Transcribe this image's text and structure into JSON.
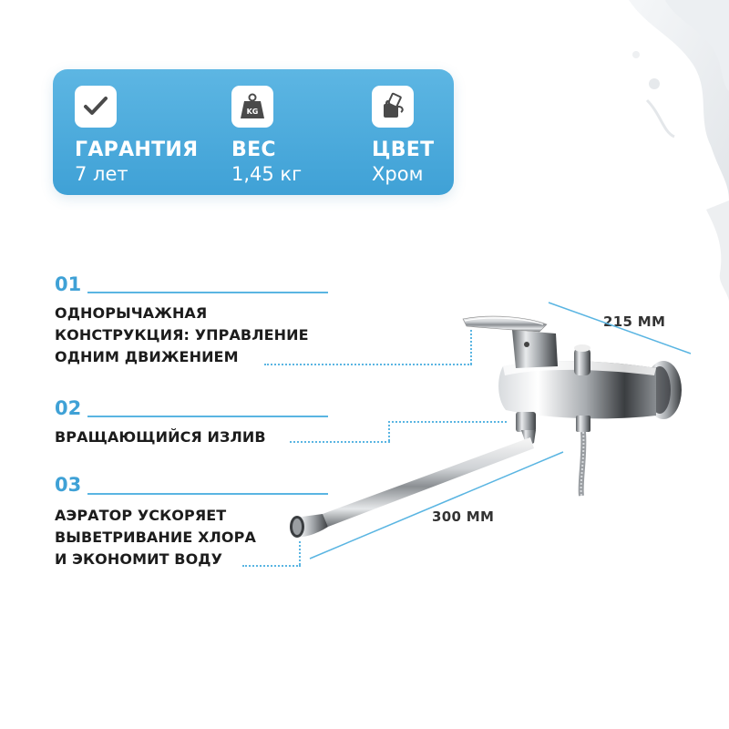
{
  "specs": [
    {
      "icon": "checkmark-icon",
      "title": "ГАРАНТИЯ",
      "value": "7 лет"
    },
    {
      "icon": "kg-weight-icon",
      "title": "ВЕС",
      "value": "1,45 кг",
      "icon_text": "KG"
    },
    {
      "icon": "paint-bucket-icon",
      "title": "ЦВЕТ",
      "value": "Хром"
    }
  ],
  "features": [
    {
      "number": "01",
      "text": "ОДНОРЫЧАЖНАЯ\nКОНСТРУКЦИЯ: УПРАВЛЕНИЕ\nОДНИМ ДВИЖЕНИЕМ"
    },
    {
      "number": "02",
      "text": "ВРАЩАЮЩИЙСЯ ИЗЛИВ"
    },
    {
      "number": "03",
      "text": "АЭРАТОР УСКОРЯЕТ\nВЫВЕТРИВАНИЕ ХЛОРА\nИ ЭКОНОМИТ ВОДУ"
    }
  ],
  "dimensions": {
    "depth": "215 ММ",
    "spout_length": "300 ММ"
  },
  "colors": {
    "accent": "#3fa1d6",
    "card_top": "#5db6e3",
    "text": "#1c1c1c"
  }
}
